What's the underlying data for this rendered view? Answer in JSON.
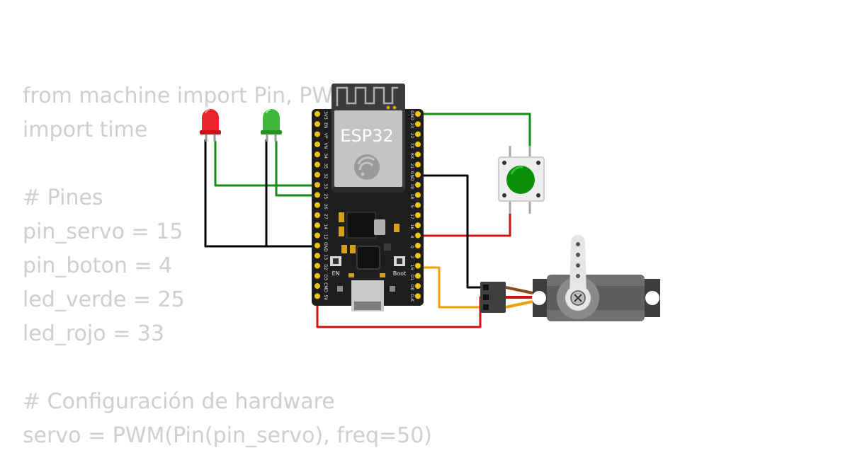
{
  "code_lines": [
    "from machine import Pin, PWM",
    "import time",
    "",
    "# Pines",
    "pin_servo = 15",
    "pin_boton = 4",
    "led_verde = 25",
    "led_rojo = 33",
    "",
    "# Configuración de hardware",
    "servo = PWM(Pin(pin_servo), freq=50)"
  ],
  "board": {
    "name": "ESP32",
    "button_en": "EN",
    "button_boot": "Boot",
    "pins_left": [
      "3V3",
      "EN",
      "VP",
      "VN",
      "34",
      "35",
      "32",
      "33",
      "25",
      "26",
      "27",
      "14",
      "12",
      "GND",
      "13",
      "D2",
      "D3",
      "CMD",
      "5V"
    ],
    "pins_right": [
      "GND",
      "23",
      "22",
      "TX",
      "RX",
      "21",
      "GND",
      "19",
      "18",
      "5",
      "17",
      "16",
      "4",
      "0",
      "2",
      "15",
      "D1",
      "D0",
      "CLK"
    ]
  },
  "colors": {
    "wire_green": "#178a17",
    "wire_black": "#000000",
    "wire_red": "#d10f0f",
    "wire_orange": "#f0a000",
    "board": "#1e1e1e",
    "pin": "#f1c40f",
    "led_red": "#e8242b",
    "led_green": "#3db83a",
    "button_cap": "#0a8f0a",
    "servo_body": "#707070",
    "code_text": "#cfcfcf"
  },
  "components": {
    "led_red": "red-led",
    "led_green": "green-led",
    "pushbutton": "green-pushbutton",
    "servo": "servo-motor"
  }
}
